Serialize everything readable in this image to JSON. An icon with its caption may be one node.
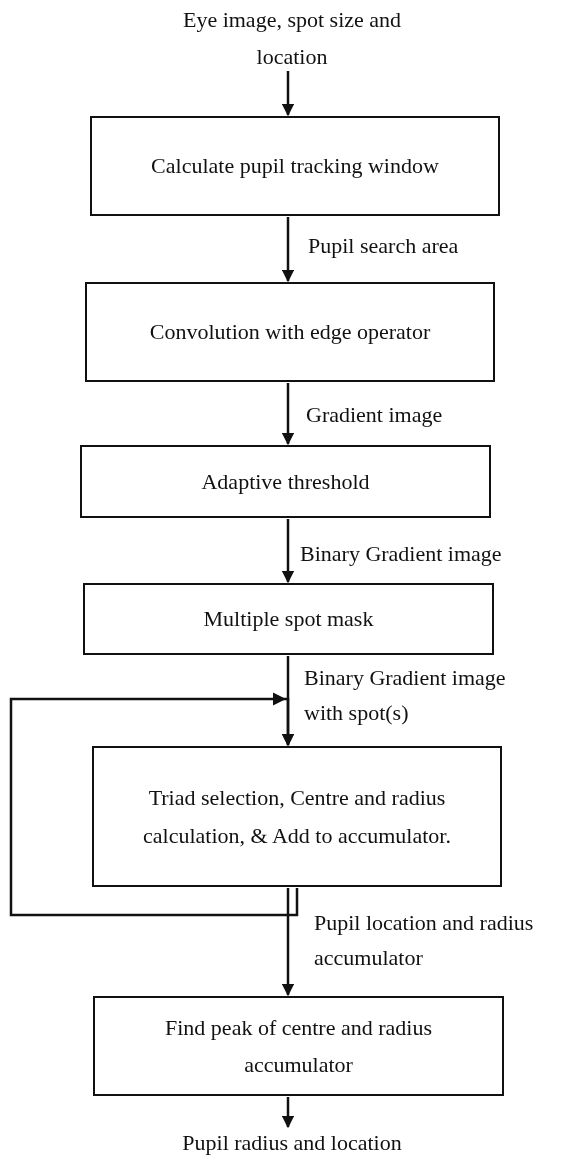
{
  "diagram": {
    "nodes": [
      {
        "text": [
          "Eye image, spot size and location"
        ]
      },
      {
        "text": [
          "Calculate pupil tracking window"
        ]
      },
      {
        "text": [
          "Convolution with edge operator"
        ]
      },
      {
        "text": [
          "Adaptive threshold"
        ]
      },
      {
        "text": [
          "Multiple spot mask"
        ]
      },
      {
        "text": [
          "Triad selection, Centre and radius calculation, & Add to accumulator."
        ]
      },
      {
        "text": [
          "Find peak of centre and radius accumulator"
        ]
      },
      {
        "text": [
          "Pupil radius and location"
        ]
      }
    ],
    "edges": [
      {
        "from": 0,
        "to": 1,
        "arrow": "to"
      },
      {
        "from": 1,
        "to": 2,
        "arrow": "to",
        "label": "Pupil search area"
      },
      {
        "from": 2,
        "to": 3,
        "arrow": "to",
        "label": "Gradient image"
      },
      {
        "from": 3,
        "to": 4,
        "arrow": "to",
        "label": "Binary Gradient image"
      },
      {
        "from": 4,
        "to": 5,
        "arrow": "to",
        "label": "Binary Gradient image with spot(s)"
      },
      {
        "from": 5,
        "to": 5,
        "arrow": "to"
      },
      {
        "from": 5,
        "to": 6,
        "arrow": "to",
        "label": "Pupil location and radius accumulator"
      },
      {
        "from": 6,
        "to": 7,
        "arrow": "to"
      }
    ]
  }
}
